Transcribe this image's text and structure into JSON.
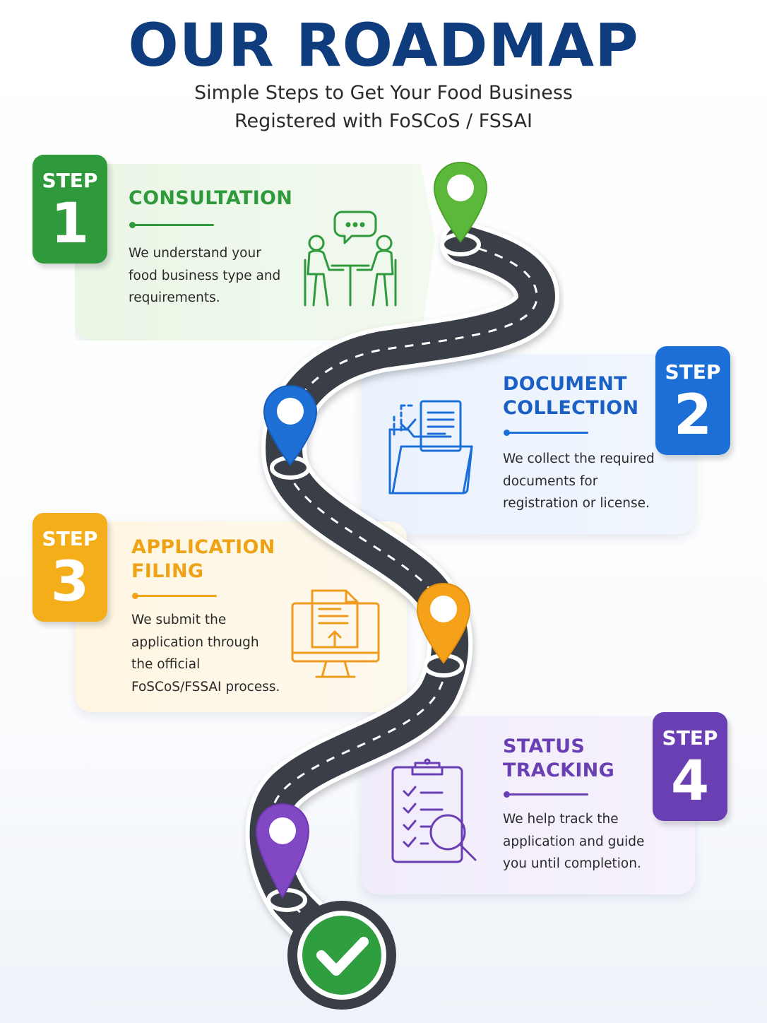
{
  "header": {
    "title": "OUR ROADMAP",
    "subtitle_line1": "Simple Steps to Get Your Food Business",
    "subtitle_line2": "Registered with FoSCoS / FSSAI"
  },
  "colors": {
    "navy": "#0f3c7d",
    "green": "#2f9a3c",
    "blue": "#1d6fd8",
    "orange": "#f4ae1a",
    "purple": "#6a3fb4",
    "road": "#3a3f47"
  },
  "steps": [
    {
      "step_word": "STEP",
      "number": "1",
      "title_lines": [
        "CONSULTATION"
      ],
      "desc_lines": [
        "We understand your",
        "food business type and",
        "requirements."
      ],
      "icon": "consultation-icon",
      "color": "#2f9a3c"
    },
    {
      "step_word": "STEP",
      "number": "2",
      "title_lines": [
        "DOCUMENT",
        "COLLECTION"
      ],
      "desc_lines": [
        "We collect the required",
        "documents for",
        "registration or license."
      ],
      "icon": "document-folder-icon",
      "color": "#1d6fd8"
    },
    {
      "step_word": "STEP",
      "number": "3",
      "title_lines": [
        "APPLICATION",
        "FILING"
      ],
      "desc_lines": [
        "We submit the",
        "application through",
        "the official",
        "FoSCoS/FSSAI process."
      ],
      "icon": "upload-monitor-icon",
      "color": "#f4ae1a"
    },
    {
      "step_word": "STEP",
      "number": "4",
      "title_lines": [
        "STATUS",
        "TRACKING"
      ],
      "desc_lines": [
        "We help track the",
        "application and guide",
        "you until completion."
      ],
      "icon": "checklist-search-icon",
      "color": "#6a3fb4"
    }
  ],
  "finish": {
    "icon": "checkmark-icon"
  }
}
